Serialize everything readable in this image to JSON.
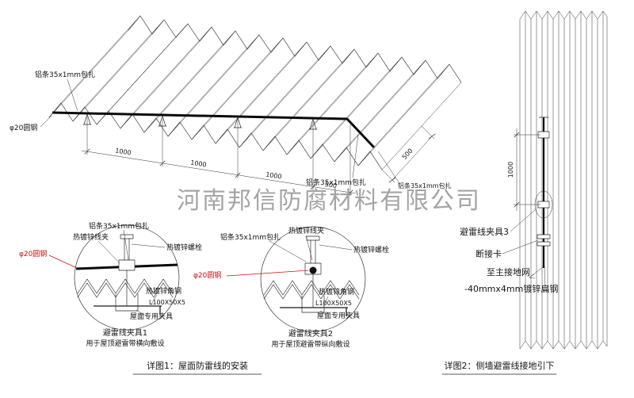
{
  "company_watermark": "河南邦信防腐材料有限公司",
  "colors": {
    "line": "#1a1a1a",
    "accent_red": "#cc1111",
    "watermark_gray": "#9b9b9b"
  },
  "main_view": {
    "label_alu_strip_top": "铝条35x1mm包扎",
    "label_round_steel": "φ20圆钢",
    "label_alu_strip_right": "铝条35x1mm包扎",
    "label_alu_strip_far_right": "铝条35x1mm包扎",
    "dims": [
      "1000",
      "1000",
      "1000",
      "500"
    ],
    "dim_slope": "500"
  },
  "detail_1": {
    "label_alu_strip": "铝条35x1mm包扎",
    "label_clamp": "热镀锌线夹",
    "label_bolt": "热镀锌螺栓",
    "label_round_steel": "φ20圆钢",
    "label_angle_steel": "热镀锌角钢",
    "label_angle_size": "L100X50X5",
    "label_roof_clamp": "屋面专用夹具",
    "title": "避雷线夹具1",
    "subtitle": "用于屋顶避雷带横向敷设"
  },
  "detail_2": {
    "label_alu_strip": "铝条35x1mm包扎",
    "label_clamp": "热镀锌线夹",
    "label_bolt": "热镀锌螺栓",
    "label_round_steel": "φ20圆钢",
    "label_angle_steel": "热镀锌角钢",
    "label_angle_size": "L100X50X5",
    "label_roof_clamp": "屋面专用夹具",
    "title": "避雷线夹具2",
    "subtitle": "用于屋顶避雷带纵向敷设"
  },
  "wall_view": {
    "dim_vertical": "1000",
    "label_clamp3": "避雷线夹具3",
    "label_disconnect": "断接卡",
    "label_to_ground": "至主接地网",
    "label_flat_steel": "-40mmx4mm镀锌扁钢"
  },
  "captions": {
    "figure1": "详图1：屋面防雷线的安装",
    "figure2": "详图2：侧墙避雷线接地引下"
  }
}
